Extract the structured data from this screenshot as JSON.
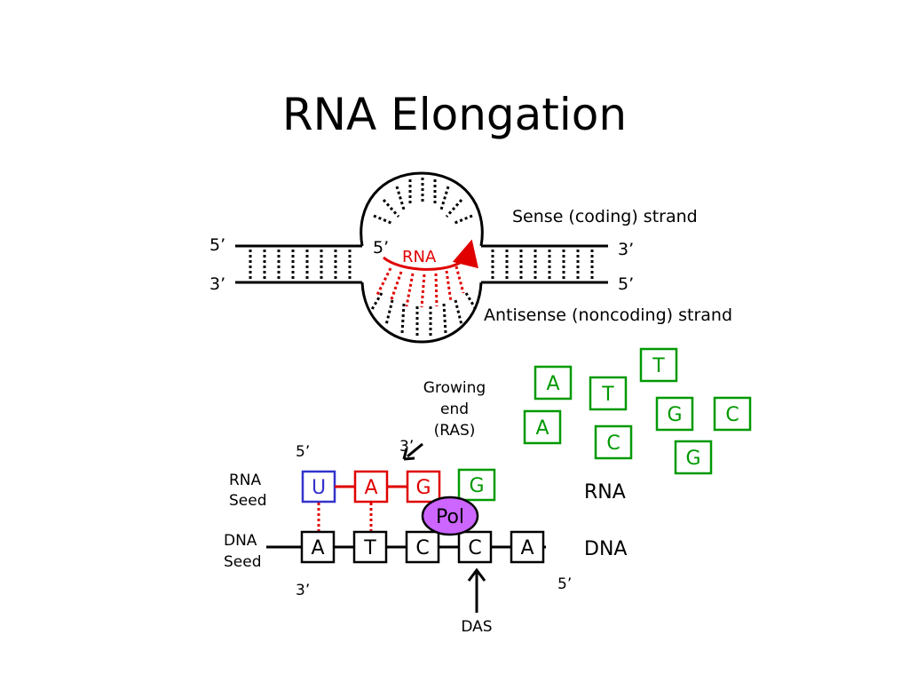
{
  "title": "RNA Elongation",
  "bubble": {
    "left_top_end": "5’",
    "left_bottom_end": "3’",
    "right_top_end": "3’",
    "right_bottom_end": "5’",
    "rna_5prime": "5’",
    "rna_label": "RNA",
    "sense_label": "Sense (coding) strand",
    "antisense_label": "Antisense (noncoding) strand",
    "colors": {
      "rna": "#e00000",
      "strand": "#000000"
    }
  },
  "free_nucleotides": {
    "color": "#009900",
    "items": [
      "A",
      "T",
      "T",
      "A",
      "G",
      "C",
      "C",
      "G"
    ]
  },
  "elongation": {
    "growing_end_label": [
      "Growing",
      "end",
      "(RAS)"
    ],
    "rna_5prime": "5’",
    "rna_3prime": "3’",
    "rna_seed_label": [
      "RNA",
      "Seed"
    ],
    "dna_seed_label": [
      "DNA",
      "Seed"
    ],
    "rna_boxes": [
      {
        "letter": "U",
        "color": "#3333cc"
      },
      {
        "letter": "A",
        "color": "#e00000"
      },
      {
        "letter": "G",
        "color": "#e00000"
      },
      {
        "letter": "G",
        "color": "#009900"
      }
    ],
    "dna_boxes": [
      "A",
      "T",
      "C",
      "C",
      "A"
    ],
    "pol_label": "Pol",
    "pol_color": "#cc66ff",
    "rna_row_label": "RNA",
    "dna_row_label": "DNA",
    "dna_3prime": "3’",
    "dna_5prime": "5’",
    "das_label": "DAS"
  }
}
